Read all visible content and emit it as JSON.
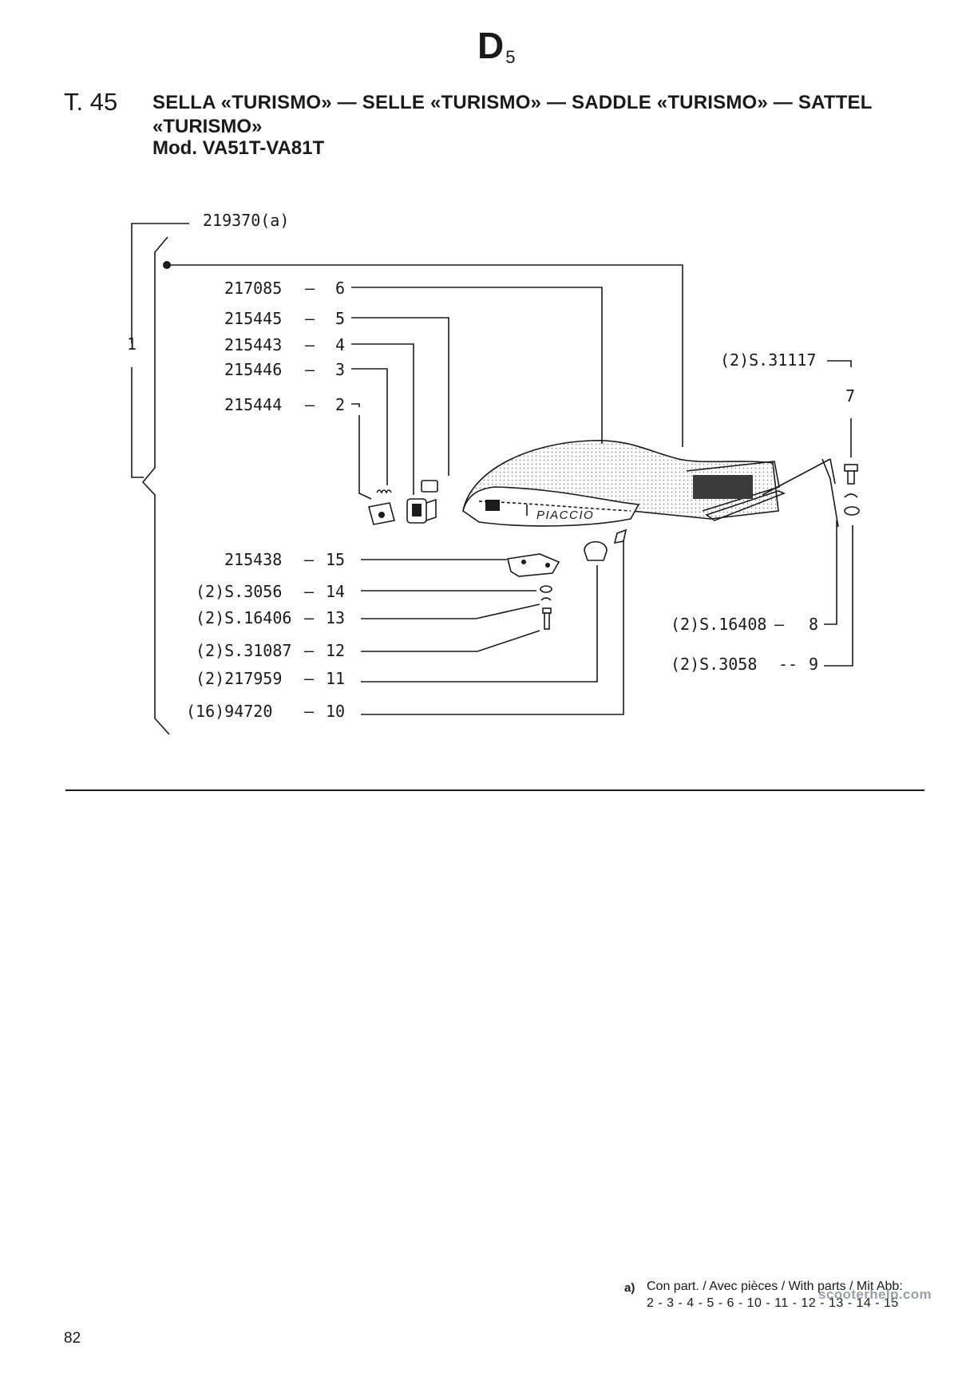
{
  "header": {
    "section_main": "D",
    "section_sub": "5",
    "table_number": "T. 45",
    "title_line1": "SELLA «TURISMO» — SELLE «TURISMO» — SADDLE «TURISMO» — SATTEL",
    "title_line2": "«TURISMO»",
    "model": "Mod. VA51T-VA81T"
  },
  "diagram": {
    "assembly_code": "219370(a)",
    "assembly_ref": "1",
    "brand_on_saddle": "PIACCIO",
    "parts": [
      {
        "ref": "6",
        "code": "217085"
      },
      {
        "ref": "5",
        "code": "215445"
      },
      {
        "ref": "4",
        "code": "215443"
      },
      {
        "ref": "3",
        "code": "215446"
      },
      {
        "ref": "2",
        "code": "215444"
      },
      {
        "ref": "15",
        "code": "215438"
      },
      {
        "ref": "14",
        "code": "(2)S.3056"
      },
      {
        "ref": "13",
        "code": "(2)S.16406"
      },
      {
        "ref": "12",
        "code": "(2)S.31087"
      },
      {
        "ref": "11",
        "code": "(2)217959"
      },
      {
        "ref": "10",
        "code": "(16)94720"
      },
      {
        "ref": "7",
        "code": "(2)S.31117"
      },
      {
        "ref": "8",
        "code": "(2)S.16408"
      },
      {
        "ref": "9",
        "code": "(2)S.3058"
      }
    ]
  },
  "footnote": {
    "marker": "a)",
    "text": "Con part. / Avec pièces / With parts / Mit Abb:",
    "parts": "2 - 3 - 4 - 5 - 6 - 10 - 11 - 12 - 13 - 14 - 15"
  },
  "watermark": "scooterhelp.com",
  "page_number": "82"
}
